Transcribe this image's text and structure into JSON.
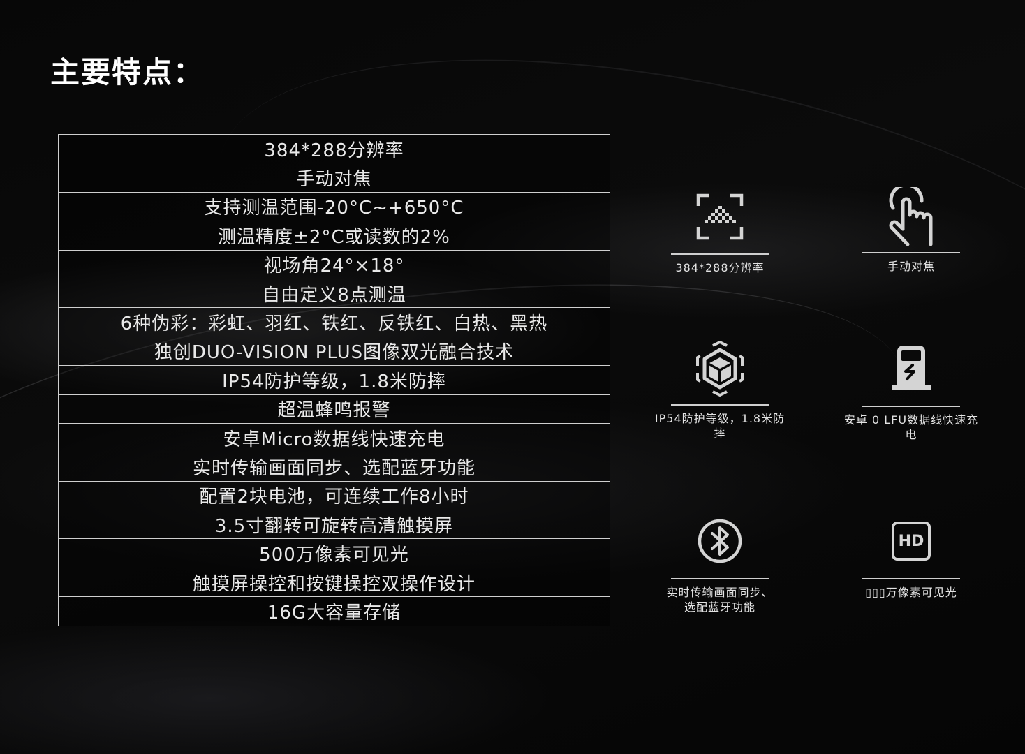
{
  "page": {
    "title": "主要特点："
  },
  "features_table": {
    "rows": [
      "384*288分辨率",
      "手动对焦",
      "支持测温范围-20°C~+650°C",
      "测温精度±2°C或读数的2%",
      "视场角24°×18°",
      "自由定义8点测温",
      "6种伪彩：彩虹、羽红、铁红、反铁红、白热、黑热",
      "独创DUO-VISION PLUS图像双光融合技术",
      "IP54防护等级，1.8米防摔",
      "超温蜂鸣报警",
      "安卓Micro数据线快速充电",
      "实时传输画面同步、选配蓝牙功能",
      "配置2块电池，可连续工作8小时",
      "3.5寸翻转可旋转高清触摸屏",
      "500万像素可见光",
      "触摸屏操控和按键操控双操作设计",
      "16G大容量存储"
    ]
  },
  "icon_features": [
    {
      "icon": "resolution-scan-icon",
      "label": "384*288分辨率"
    },
    {
      "icon": "touch-finger-icon",
      "label": "手动对焦"
    },
    {
      "icon": "protection-cube-icon",
      "label": "IP54防护等级，1.8米防摔"
    },
    {
      "icon": "charging-station-icon",
      "label": "安卓 0 LFU数据线快速充电"
    },
    {
      "icon": "bluetooth-icon",
      "label_line1": "实时传输画面同步、",
      "label_line2": "选配蓝牙功能"
    },
    {
      "icon": "hd-icon",
      "label": "▯▯▯万像素可见光",
      "icon_text": "HD"
    }
  ],
  "colors": {
    "background": "#030303",
    "text": "#e9e9e9",
    "title": "#ffffff",
    "border": "#cfcfcf",
    "icon": "#d4d4d4"
  }
}
